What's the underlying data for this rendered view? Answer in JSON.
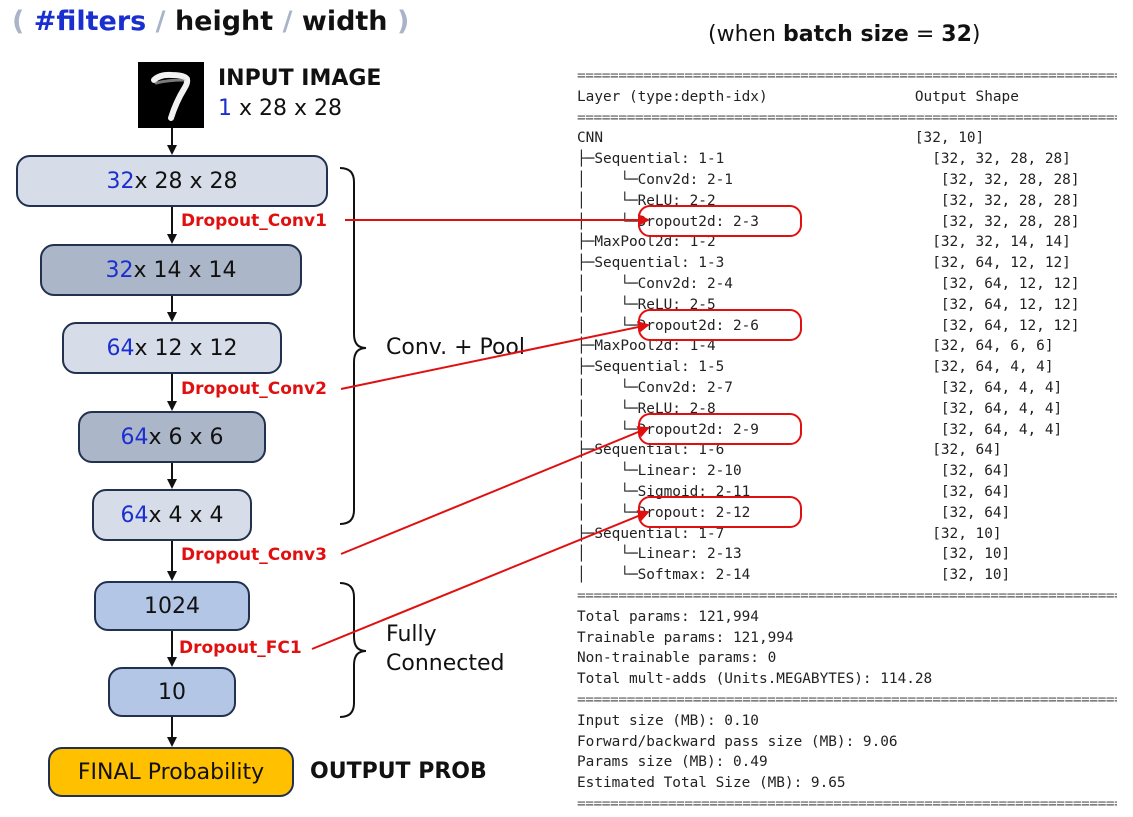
{
  "legend": {
    "open": "(",
    "filters": "#filters",
    "slash1": "/",
    "height": "height",
    "slash2": "/",
    "width": "width",
    "close": ")"
  },
  "caption": {
    "prefix": "(when ",
    "bold": "batch size",
    "eq": " = ",
    "value": "32",
    "suffix": ")"
  },
  "input": {
    "title": "INPUT IMAGE",
    "filters": "1",
    "rest": " x 28 x 28",
    "digit": "7"
  },
  "layers": [
    {
      "filters": "32",
      "rest": " x 28 x 28"
    },
    {
      "filters": "32",
      "rest": " x 14 x 14"
    },
    {
      "filters": "64",
      "rest": " x 12 x 12"
    },
    {
      "filters": "64",
      "rest": " x 6 x 6"
    },
    {
      "filters": "64",
      "rest": " x 4 x 4"
    },
    {
      "filters": "",
      "rest": "1024"
    },
    {
      "filters": "",
      "rest": "10"
    }
  ],
  "final": {
    "label": "FINAL Probability",
    "output": "OUTPUT PROB"
  },
  "dropouts": [
    "Dropout_Conv1",
    "Dropout_Conv2",
    "Dropout_Conv3",
    "Dropout_FC1"
  ],
  "groups": {
    "conv": "Conv. + Pool",
    "fc1": "Fully",
    "fc2": "Connected"
  },
  "summary_lines": [
    "Layer (type:depth-idx)                 Output Shape",
    "CNN                                    [32, 10]",
    "├─Sequential: 1-1                        [32, 32, 28, 28]",
    "│    └─Conv2d: 2-1                        [32, 32, 28, 28]",
    "│    └─ReLU: 2-2                          [32, 32, 28, 28]",
    "│    └─Dropout2d: 2-3                     [32, 32, 28, 28]",
    "├─MaxPool2d: 1-2                         [32, 32, 14, 14]",
    "├─Sequential: 1-3                        [32, 64, 12, 12]",
    "│    └─Conv2d: 2-4                        [32, 64, 12, 12]",
    "│    └─ReLU: 2-5                          [32, 64, 12, 12]",
    "│    └─Dropout2d: 2-6                     [32, 64, 12, 12]",
    "├─MaxPool2d: 1-4                         [32, 64, 6, 6]",
    "├─Sequential: 1-5                        [32, 64, 4, 4]",
    "│    └─Conv2d: 2-7                        [32, 64, 4, 4]",
    "│    └─ReLU: 2-8                          [32, 64, 4, 4]",
    "│    └─Dropout2d: 2-9                     [32, 64, 4, 4]",
    "├─Sequential: 1-6                        [32, 64]",
    "│    └─Linear: 2-10                       [32, 64]",
    "│    └─Sigmoid: 2-11                      [32, 64]",
    "│    └─Dropout: 2-12                      [32, 64]",
    "├─Sequential: 1-7                        [32, 10]",
    "│    └─Linear: 2-13                       [32, 10]",
    "│    └─Softmax: 2-14                      [32, 10]",
    "Total params: 121,994",
    "Trainable params: 121,994",
    "Non-trainable params: 0",
    "Total mult-adds (Units.MEGABYTES): 114.28",
    "Input size (MB): 0.10",
    "Forward/backward pass size (MB): 9.06",
    "Params size (MB): 0.49",
    "Estimated Total Size (MB): 9.65"
  ],
  "separator": "============================================================================"
}
